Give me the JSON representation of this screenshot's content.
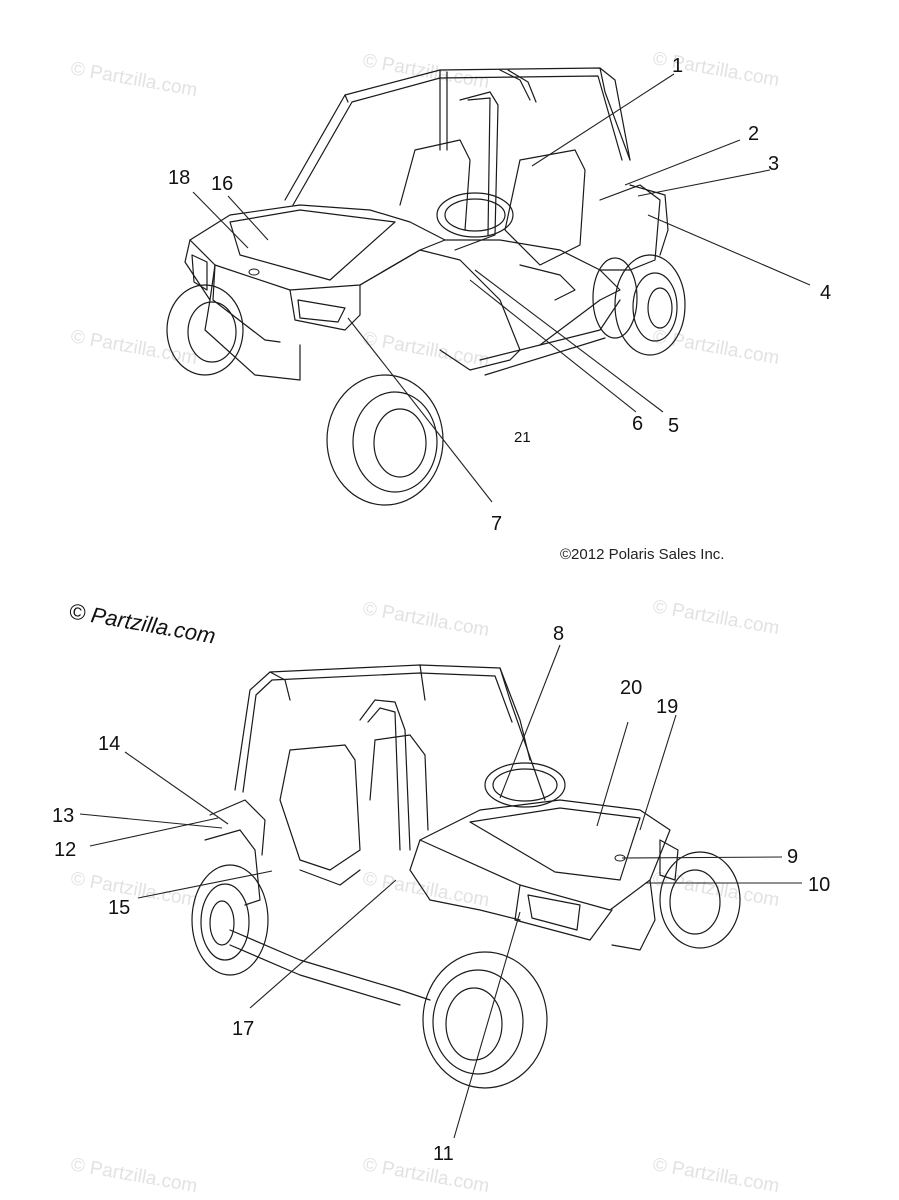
{
  "watermark_text": "© Partzilla.com",
  "brand_text": "© Partzilla.com",
  "copyright_text": "©2012 Polaris Sales Inc.",
  "diagram_top": {
    "view": "front-left isometric view of utility vehicle",
    "labels": [
      "1",
      "2",
      "3",
      "4",
      "5",
      "6",
      "7",
      "16",
      "18",
      "21"
    ]
  },
  "diagram_bottom": {
    "view": "front-right isometric view of utility vehicle",
    "labels": [
      "8",
      "9",
      "10",
      "11",
      "12",
      "13",
      "14",
      "15",
      "17",
      "19",
      "20"
    ]
  }
}
